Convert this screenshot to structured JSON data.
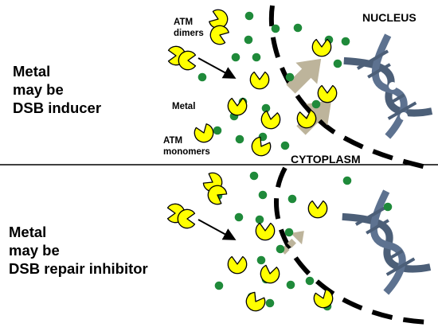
{
  "top_panel": {
    "hypothesis": [
      "Metal",
      "may be",
      "DSB inducer"
    ],
    "label_dimers": [
      "ATM",
      "dimers"
    ],
    "label_metal": "Metal",
    "label_monomers": [
      "ATM",
      "monomers"
    ],
    "label_nucleus": "NUCLEUS",
    "label_cytoplasm": "CYTOPLASM"
  },
  "bottom_panel": {
    "hypothesis": [
      "Metal",
      "may be",
      "DSB repair inhibitor"
    ]
  },
  "colors": {
    "atm_yellow": "#ffff00",
    "metal_green": "#1f8a3a",
    "membrane": "#000000",
    "translocation_arrow": "#bdb49b",
    "dna": "#4c5f78"
  },
  "icons": {
    "atm": "pacman-icon",
    "metal": "green-dot-icon",
    "dna": "dna-helix-icon"
  }
}
